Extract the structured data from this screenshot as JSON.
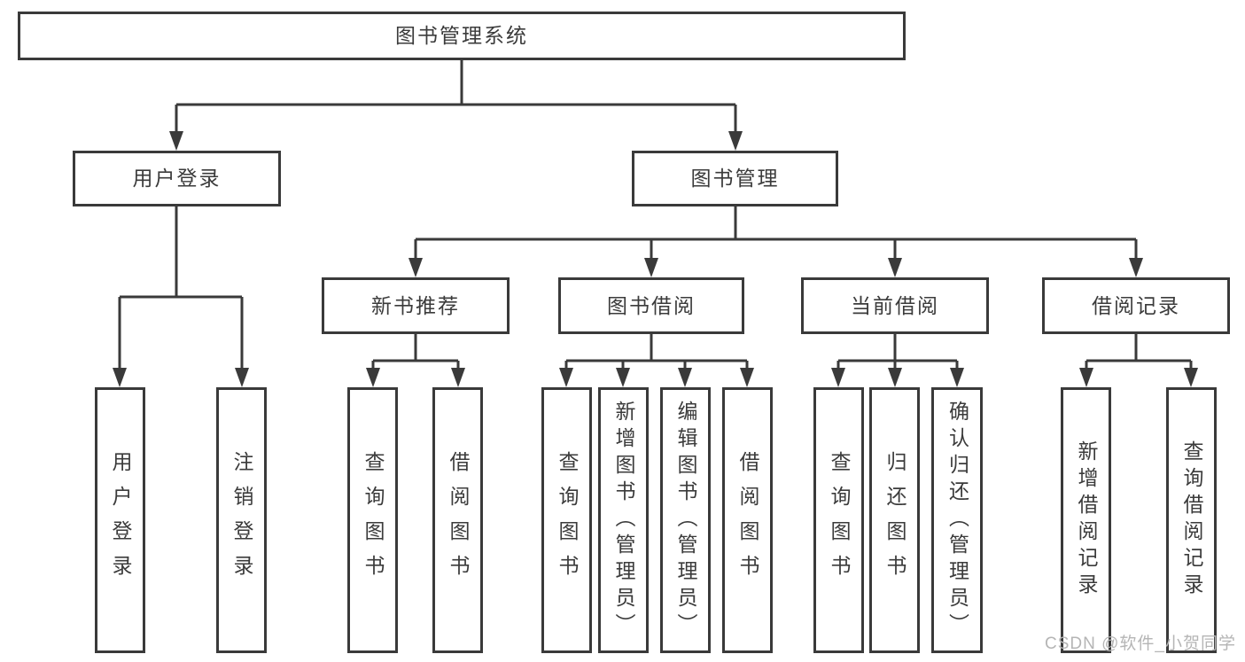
{
  "title": "图书管理系统",
  "tree": {
    "root": {
      "label": "图书管理系统"
    },
    "branches": [
      {
        "label": "用户登录",
        "children": [
          {
            "label": "用户登录"
          },
          {
            "label": "注销登录"
          }
        ]
      },
      {
        "label": "图书管理",
        "children": [
          {
            "label": "新书推荐",
            "children": [
              {
                "label": "查询图书"
              },
              {
                "label": "借阅图书"
              }
            ]
          },
          {
            "label": "图书借阅",
            "children": [
              {
                "label": "查询图书"
              },
              {
                "label": "新增图书（管理员）"
              },
              {
                "label": "编辑图书（管理员）"
              },
              {
                "label": "借阅图书"
              }
            ]
          },
          {
            "label": "当前借阅",
            "children": [
              {
                "label": "查询图书"
              },
              {
                "label": "归还图书"
              },
              {
                "label": "确认归还（管理员）"
              }
            ]
          },
          {
            "label": "借阅记录",
            "children": [
              {
                "label": "新增借阅记录"
              },
              {
                "label": "查询借阅记录"
              }
            ]
          }
        ]
      }
    ]
  },
  "watermark": {
    "text": "CSDN @软件_小贺同学"
  },
  "colors": {
    "line": "#3a3a3a",
    "text": "#3b3b3b",
    "watermark": "#b5b5b5",
    "background": "#ffffff"
  }
}
